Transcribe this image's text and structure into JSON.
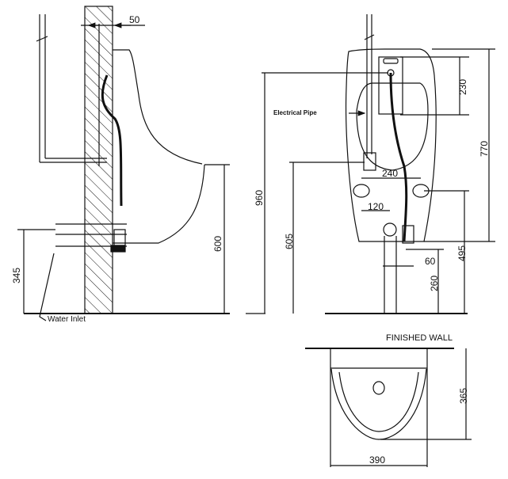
{
  "side_view": {
    "dim_wall_offset": "50",
    "dim_total_height": "600",
    "dim_inlet_height": "345",
    "water_inlet_label": "Water Inlet"
  },
  "front_view": {
    "electrical_pipe_label": "Electrical Pipe",
    "dim_top_section": "230",
    "dim_overall": "770",
    "dim_full_height": "960",
    "dim_mount_height": "605",
    "dim_hole_spacing": "240",
    "dim_half_spacing": "120",
    "dim_outlet_offset": "60",
    "dim_valve_height": "260",
    "dim_hole_height": "495"
  },
  "plan_view": {
    "title": "FINISHED WALL",
    "dim_depth": "365",
    "dim_width": "390"
  },
  "colors": {
    "line": "#111111",
    "background": "#ffffff"
  }
}
